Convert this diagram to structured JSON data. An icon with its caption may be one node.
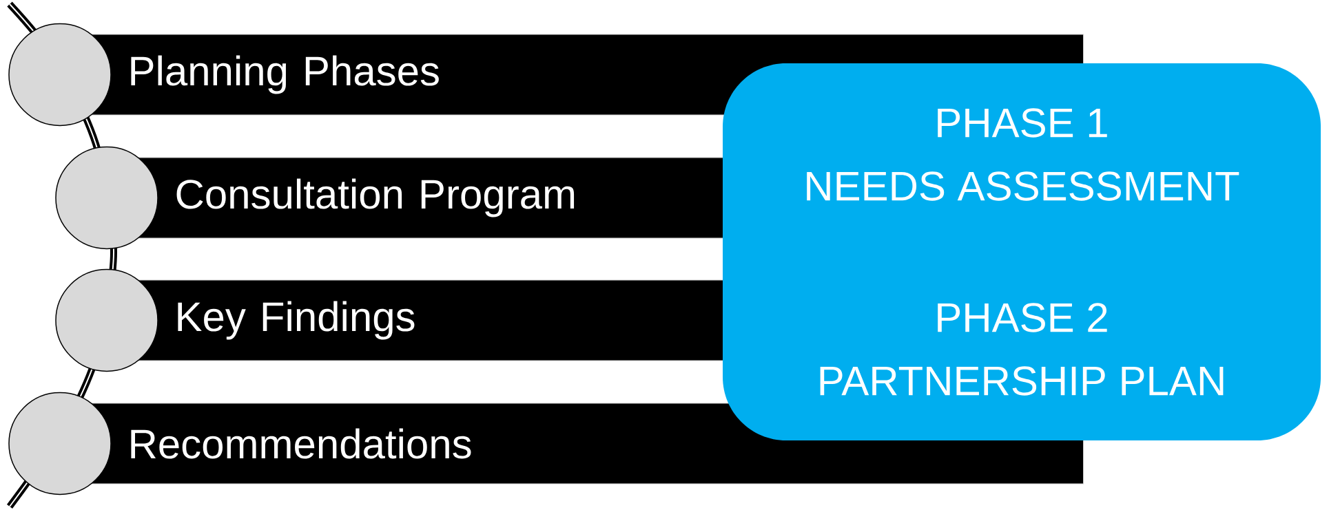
{
  "diagram": {
    "nodes": [
      {
        "text": [
          "Planning Phases"
        ]
      },
      {
        "text": [
          "Consultation Program"
        ]
      },
      {
        "text": [
          "Key Findings"
        ]
      },
      {
        "text": [
          "Recommendations"
        ]
      },
      {
        "text": [
          "PHASE 1",
          "NEEDS ASSESSMENT",
          "PHASE 2",
          "PARTNERSHIP PLAN"
        ]
      }
    ]
  }
}
